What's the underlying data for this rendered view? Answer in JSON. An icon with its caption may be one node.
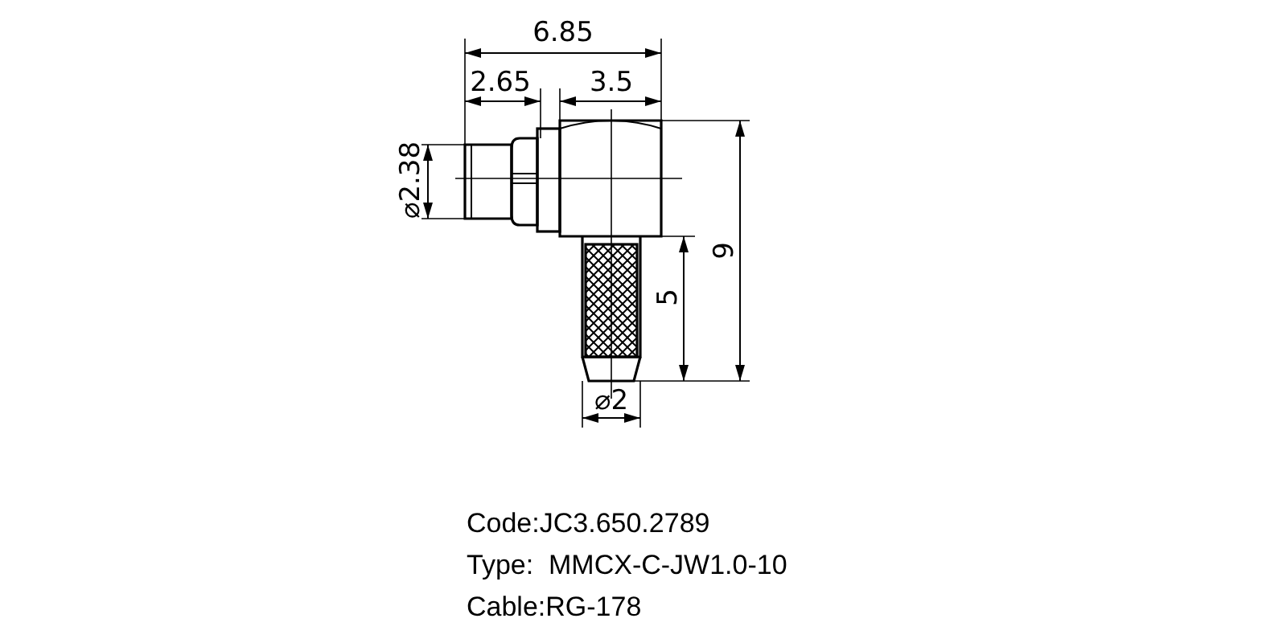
{
  "diagram": {
    "labels": [
      "6.85",
      "2.65",
      "3.5",
      "⌀2.38",
      "9",
      "5",
      "⌀2",
      "Code:JC3.650.2789",
      "Type:  MMCX-C-JW1.0-10",
      "Cable:RG-178"
    ]
  }
}
